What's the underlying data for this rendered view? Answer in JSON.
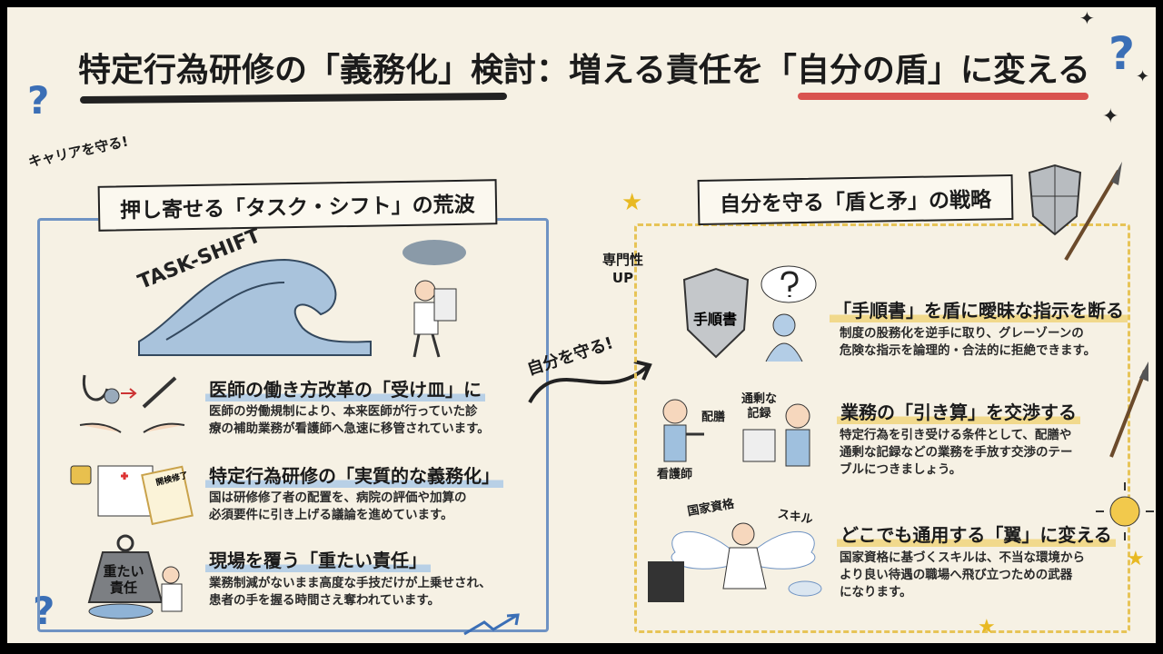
{
  "title": "特定行為研修の「義務化」検討：増える責任を「自分の盾」に変える",
  "left": {
    "tag": "キャリアを守る!",
    "banner": "押し寄せる「タスク・シフト」の荒波",
    "wave_label": "TASK-SHIFT",
    "certificate_label": "開検修了",
    "weight_label": "重たい責任",
    "items": [
      {
        "heading": "医師の働き方改革の「受け皿」に",
        "body": "医師の労働規制により、本来医師が行っていた診\n療の補助業務が看護師へ急速に移管されています。"
      },
      {
        "heading": "特定行為研修の「実質的な義務化」",
        "body": "国は研修修了者の配置を、病院の評価や加算の\n必須要件に引き上げる議論を進めています。"
      },
      {
        "heading": "現場を覆う「重たい責任」",
        "body": "業務制減がないまま高度な手技だけが上乗せされ、\n患者の手を握る時間さえ奪われています。"
      }
    ]
  },
  "arrow_label": "自分を守る!",
  "right": {
    "banner": "自分を守る「盾と矛」の戦略",
    "expertise_label": "専門性\nUP",
    "shield_label": "手順書",
    "serving_label": "配膳",
    "records_label": "通剰な\n記録",
    "nurse_label": "看護師",
    "license_label": "国家資格",
    "skill_label": "スキル",
    "items": [
      {
        "heading": "「手順書」を盾に曖昧な指示を断る",
        "body": "制度の股務化を逆手に取り、グレーゾーンの\n危険な指示を論理的・合法的に拒絶できます。"
      },
      {
        "heading": "業務の「引き算」を交渉する",
        "body": "特定行為を引き受ける条件として、配膳や\n通剰な記録などの業務を手放す交渉のテー\nブルにつきましょう。"
      },
      {
        "heading": "どこでも通用する「翼」に変える",
        "body": "国家資格に基づくスキルは、不当な環境から\nより良い待遇の職場へ飛び立つための武器\nになります。"
      }
    ]
  },
  "colors": {
    "background": "#f6f1e4",
    "blue": "#6f93c3",
    "yellow": "#e7c457",
    "red": "#d9534f"
  }
}
